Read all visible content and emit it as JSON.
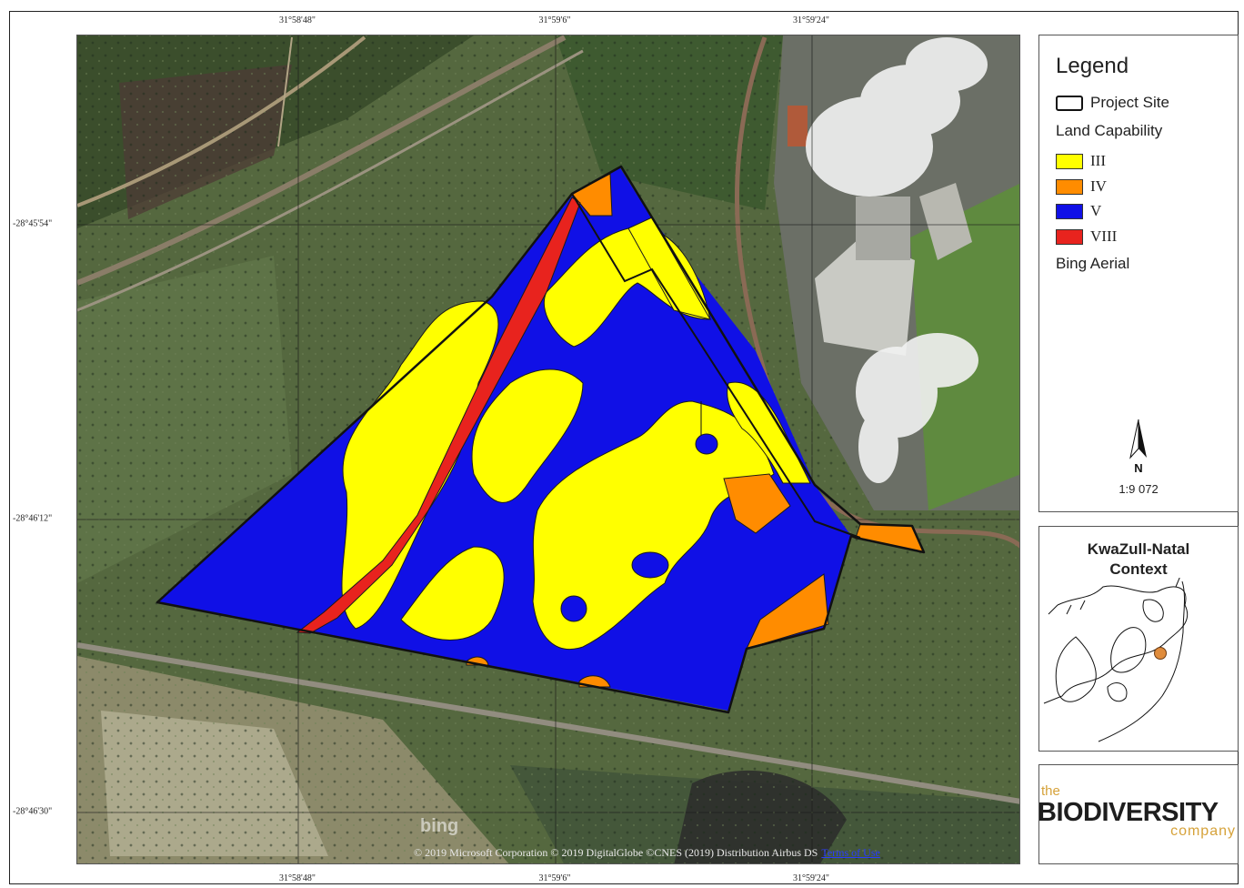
{
  "coordinates": {
    "longitude_labels": [
      "31°58'48\"",
      "31°59'6\"",
      "31°59'24\""
    ],
    "latitude_labels": [
      "-28°45'54\"",
      "-28°46'12\"",
      "-28°46'30\""
    ]
  },
  "legend": {
    "title": "Legend",
    "project_site": "Project Site",
    "group_title": "Land Capability",
    "classes": [
      {
        "label": "III",
        "color": "#ffff00"
      },
      {
        "label": "IV",
        "color": "#ff8c00"
      },
      {
        "label": "V",
        "color": "#1010e6"
      },
      {
        "label": "VIII",
        "color": "#e8231e"
      }
    ],
    "basemap": "Bing Aerial",
    "north_label": "N",
    "scale": "1:9 072"
  },
  "context": {
    "title_line1": "KwaZull-Natal",
    "title_line2": "Context",
    "marker_color": "#e08c3c"
  },
  "logo": {
    "the": "the",
    "name": "BIODIVERSITY",
    "company": "company",
    "accent_color": "#d6a23a"
  },
  "credits": {
    "bing_logo": "bing",
    "text": "© 2019 Microsoft Corporation © 2019 DigitalGlobe ©CNES (2019) Distribution Airbus DS",
    "terms": "Terms of Use"
  }
}
